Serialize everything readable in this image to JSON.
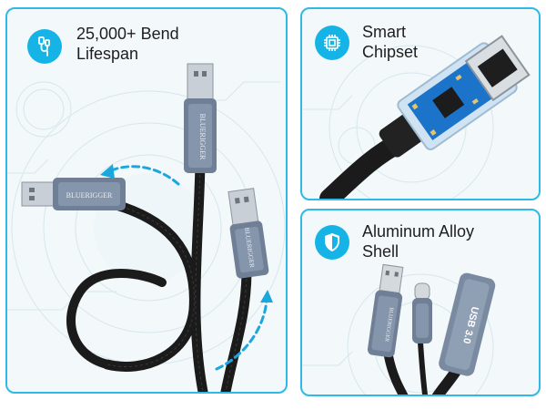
{
  "panels": {
    "bend": {
      "title": "25,000+ Bend\nLifespan",
      "icon": "usb-cable-icon",
      "brand": "BLUERIGGER"
    },
    "chip": {
      "title": "Smart\nChipset",
      "icon": "chip-icon"
    },
    "shell": {
      "title": "Aluminum Alloy\nShell",
      "icon": "shield-icon",
      "brand": "BLUERIGGER",
      "usb_label": "USB 3.0"
    }
  },
  "colors": {
    "accent": "#16b4e6",
    "border": "#2fb9e6",
    "arrow": "#1aa7de"
  }
}
